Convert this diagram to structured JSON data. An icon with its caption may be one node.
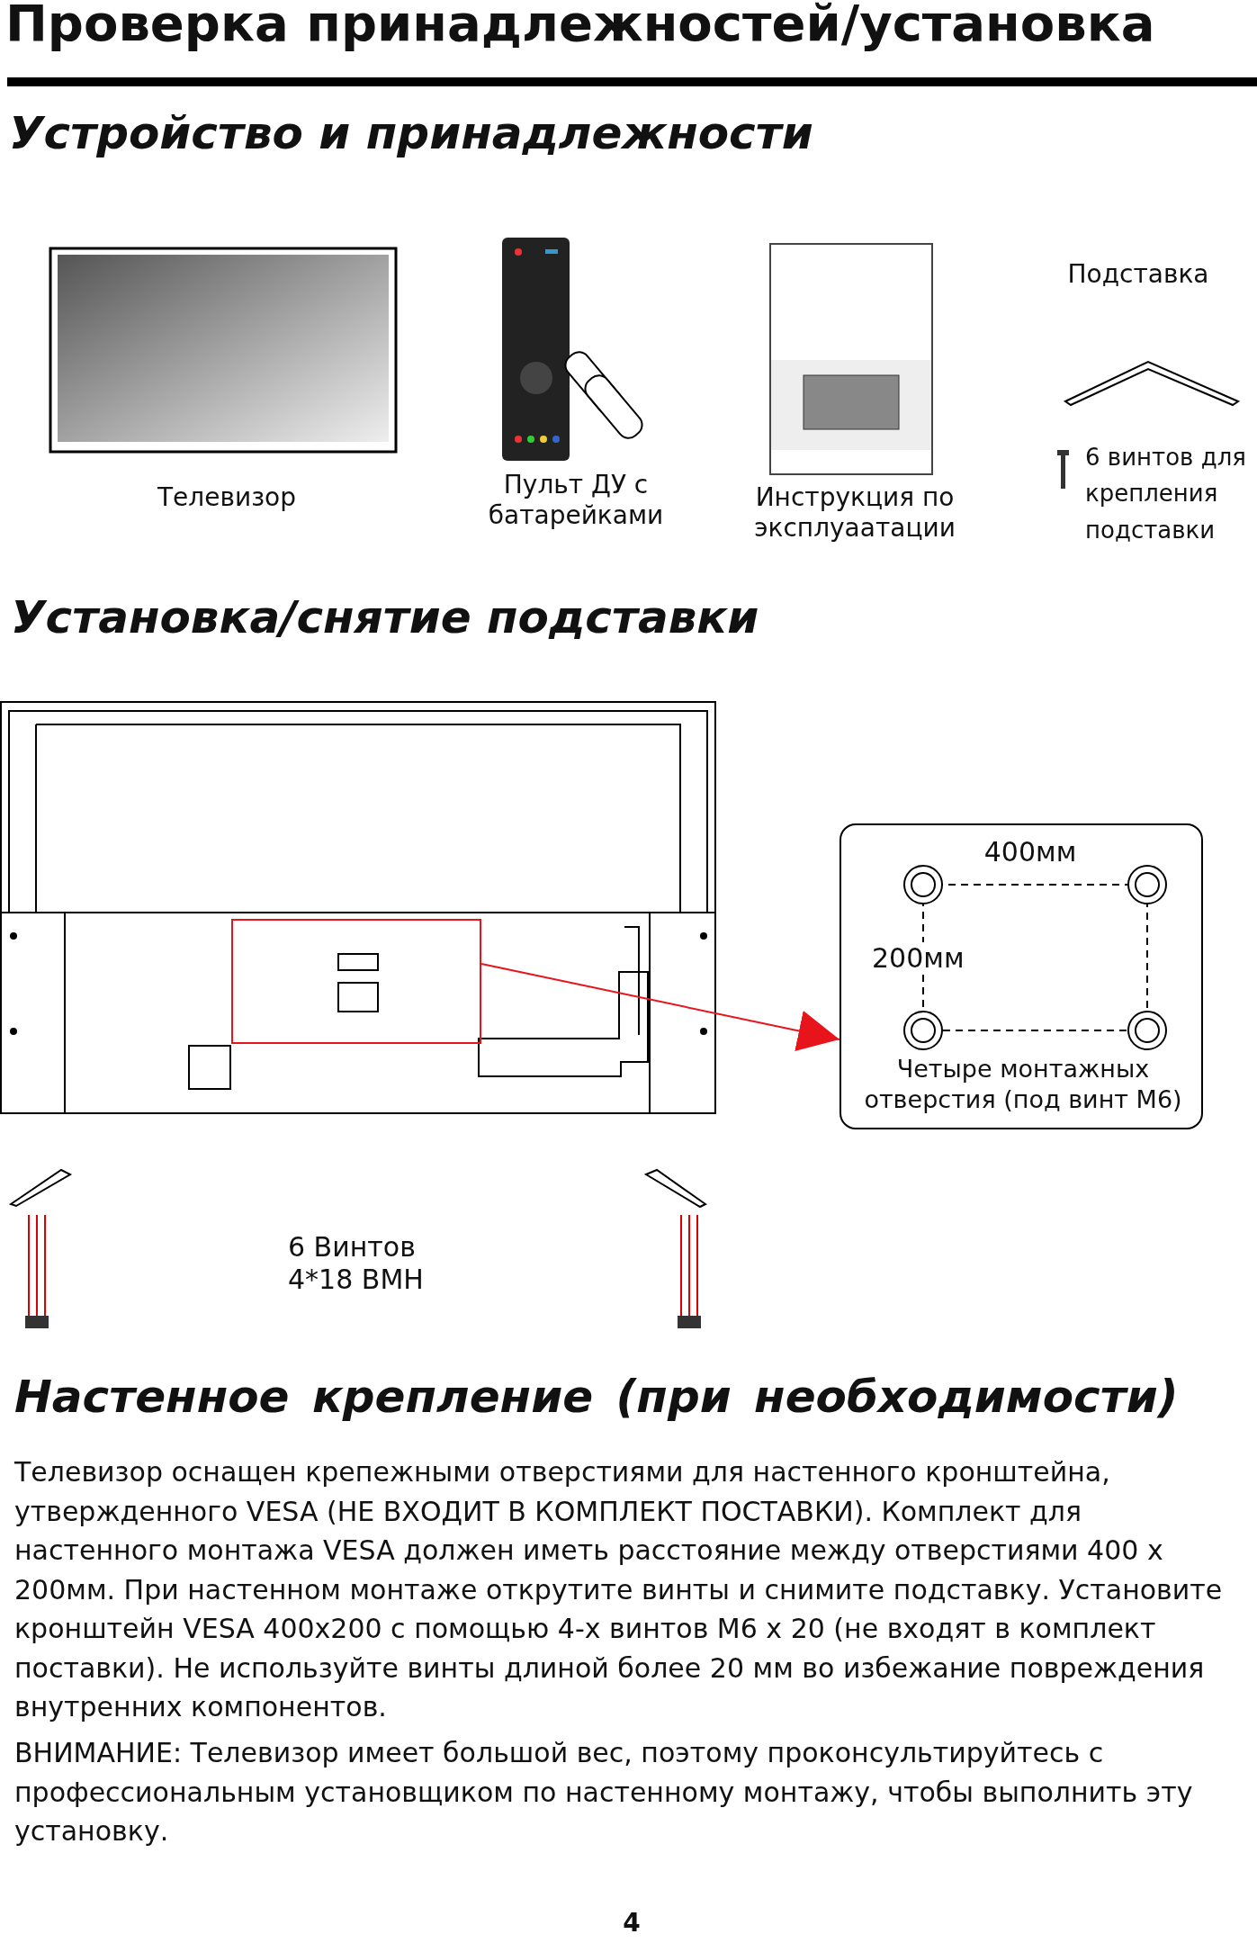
{
  "diagram": {
    "title": "Проверка принадлежностей/установка",
    "nodes": [
      {
        "text": [],
        "shape": "box"
      },
      {
        "text": [
          "400мм",
          "200мм",
          "Четыре монтажных отверстия (под винт М6)"
        ]
      }
    ],
    "edges": [
      {
        "from": 0,
        "to": 1,
        "arrow": "to",
        "color": "#e8141c"
      }
    ],
    "labels": [
      "Устройство и принадлежности",
      "Подставка",
      "Телевизор",
      "Пульт ДУ с батарейками",
      "Инструкция по эксплуаатации",
      "6 винтов для крепления подставки",
      "Установка/снятие подставки",
      "6 Винтов 4*18 ВМН",
      "Настенное крепление (при необходимости)",
      "Телевизор оснащен крепежными отверстиями для настенного кронштейна, утвержденного VESA (НЕ ВХОДИТ В КОМПЛЕКТ ПОСТАВКИ). Комплект для настенного монтажа VESA должен иметь расстояние между отверстиями 400 х 200мм. При настенном монтаже открутите винты и снимите подставку. Установите кронштейн VESA 400х200 с помощью 4-х винтов М6 х 20 (не входят в комплект поставки). Не используйте винты длиной более 20 мм во избежание повреждения внутренних компонентов.",
      "ВНИМАНИЕ: Телевизор имеет большой вес, поэтому проконсультируйтесь с профессиональным установщиком по настенному монтажу, чтобы выполнить эту установку.",
      "4"
    ]
  }
}
